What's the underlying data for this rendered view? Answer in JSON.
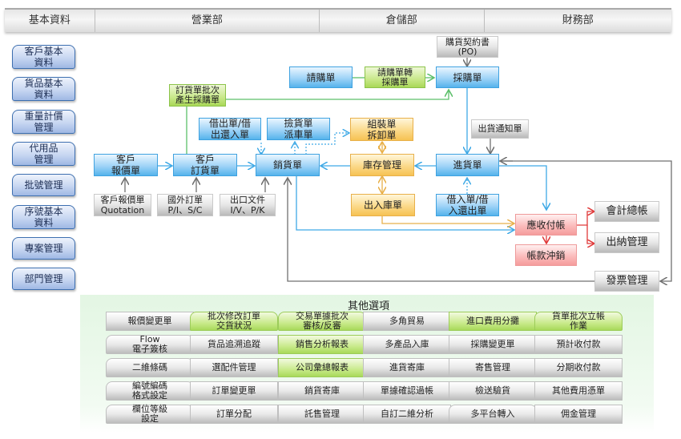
{
  "header": {
    "columns": [
      "基本資料",
      "營業部",
      "倉儲部",
      "財務部"
    ]
  },
  "sidebar": {
    "items": [
      {
        "label": "客戶基本\n資料"
      },
      {
        "label": "貨品基本\n資料"
      },
      {
        "label": "重量計價\n管理"
      },
      {
        "label": "代用品\n管理"
      },
      {
        "label": "批號管理"
      },
      {
        "label": "序號基本\n資料"
      },
      {
        "label": "專案管理"
      },
      {
        "label": "部門管理"
      }
    ]
  },
  "flow": {
    "po_contract": "購貨契約書\n(PO)",
    "requisition": "請購單",
    "req_to_po": "請購單轉\n採購單",
    "purchase_order": "採購單",
    "order_batch_po": "訂貨單批次\n產生採購單",
    "lend_out": "借出單/借\n出還入單",
    "picking": "撿貨單\n派車單",
    "assembly": "組裝單\n拆卸單",
    "delivery_notice": "出貨通知單",
    "customer_quote": "客戶\n報價單",
    "customer_order": "客戶\n訂貨單",
    "sales": "銷貨單",
    "inventory": "庫存管理",
    "receiving": "進貨單",
    "quote_doc": "客戶報價單\nQuotation",
    "foreign_order": "國外訂單\nP/I、S/C",
    "export_doc": "出口文件\nI/V、P/K",
    "in_out_stock": "出入庫單",
    "borrow_in": "借入單/借\n入還出單",
    "ar_ap": "應收付帳",
    "settlement": "帳款沖銷",
    "general_ledger": "會計總帳",
    "cashier": "出納管理",
    "invoice": "發票管理"
  },
  "other_options": {
    "title": "其他選項",
    "columns": [
      [
        {
          "label": "報價變更單",
          "style": "gray"
        },
        {
          "label": "Flow\n電子簽核",
          "style": "gray-round"
        },
        {
          "label": "二維條碼",
          "style": "gray-round"
        },
        {
          "label": "編號編碼\n格式設定",
          "style": "gray-round"
        },
        {
          "label": "欄位等級\n設定",
          "style": "gray-round"
        }
      ],
      [
        {
          "label": "批次修改訂單\n交貨狀況",
          "style": "green-round"
        },
        {
          "label": "貨品追溯追蹤",
          "style": "gray"
        },
        {
          "label": "選配件管理",
          "style": "gray"
        },
        {
          "label": "訂單變更單",
          "style": "gray"
        },
        {
          "label": "訂單分配",
          "style": "gray"
        }
      ],
      [
        {
          "label": "交易單據批次\n審核/反審",
          "style": "green-round"
        },
        {
          "label": "銷售分析報表",
          "style": "green"
        },
        {
          "label": "公司彙總報表",
          "style": "green"
        },
        {
          "label": "銷貨寄庫",
          "style": "gray"
        },
        {
          "label": "託售管理",
          "style": "gray"
        }
      ],
      [
        {
          "label": "多角貿易",
          "style": "gray"
        },
        {
          "label": "多產品入庫",
          "style": "gray"
        },
        {
          "label": "進貨寄庫",
          "style": "gray"
        },
        {
          "label": "單據確認過帳",
          "style": "gray"
        },
        {
          "label": "自訂二維分析",
          "style": "gray"
        }
      ],
      [
        {
          "label": "進口費用分攤",
          "style": "green"
        },
        {
          "label": "採購變更單",
          "style": "gray"
        },
        {
          "label": "寄售管理",
          "style": "gray"
        },
        {
          "label": "檢送驗貨",
          "style": "gray"
        },
        {
          "label": "多平台轉入",
          "style": "gray-round"
        }
      ],
      [
        {
          "label": "貨單批次立帳\n作業",
          "style": "green-round"
        },
        {
          "label": "預計收付款",
          "style": "gray"
        },
        {
          "label": "分期收付款",
          "style": "gray"
        },
        {
          "label": "其他費用憑單",
          "style": "gray"
        },
        {
          "label": "佣金管理",
          "style": "gray"
        }
      ]
    ]
  },
  "colors": {
    "blue_line": "#3fa9e6",
    "green_line": "#5cbf6a",
    "orange_line": "#e8b04a",
    "red_line": "#e03a3a",
    "gray_line": "#707070"
  }
}
